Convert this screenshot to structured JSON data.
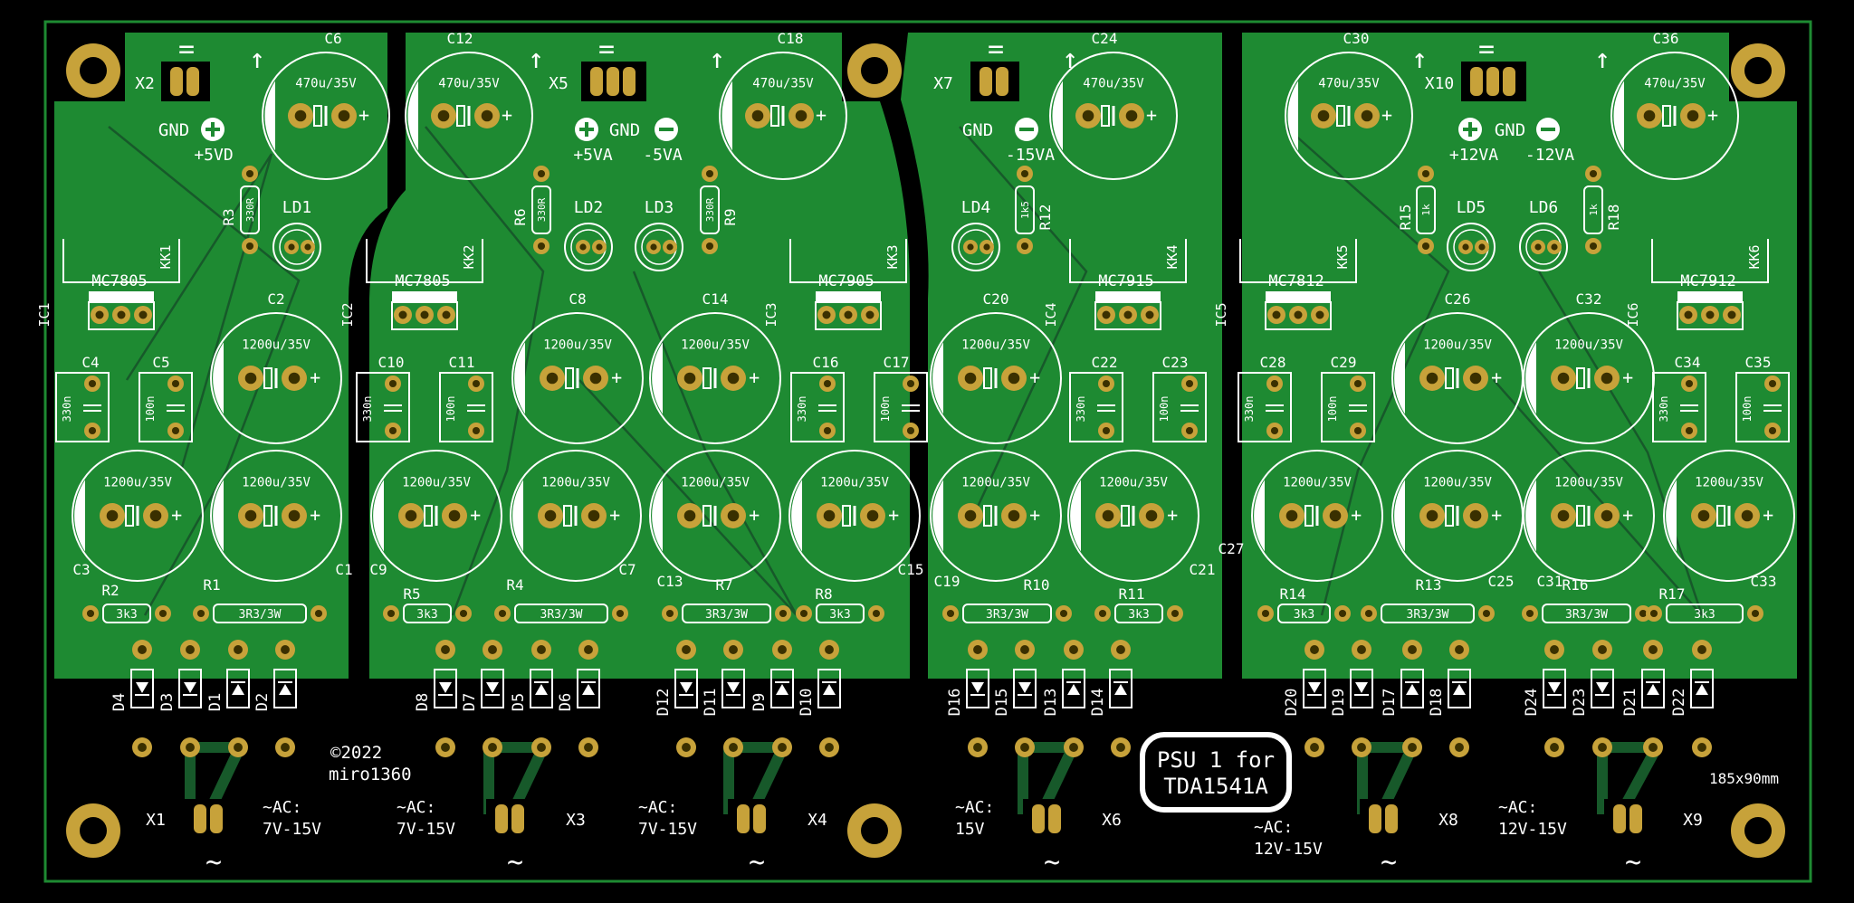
{
  "board": {
    "title_line1": "PSU 1 for",
    "title_line2": "TDA1541A",
    "copyright": "©2022",
    "author": "miro1360",
    "size": "185x90mm",
    "colors": {
      "background": "#000000",
      "copper": "#1e8a32",
      "copper_dark": "#17592a",
      "silk": "#ffffff",
      "pad": "#c7a23a",
      "pad_hole": "#3a3000"
    }
  },
  "sections": [
    {
      "id": "s1",
      "conn_dc": "X2",
      "rails": [
        "+5VD"
      ],
      "ac_conn": "X1",
      "ac_label": [
        "~AC:",
        "7V-15V"
      ],
      "tilde": "~",
      "regs": [
        {
          "ic": "IC1",
          "name": "MC7805",
          "heatsink": "KK1"
        }
      ],
      "leds": [
        "LD1"
      ],
      "resistors": [
        "R3"
      ],
      "rvalues": [
        "330R"
      ]
    },
    {
      "id": "s2",
      "conn_dc": "X5",
      "rails": [
        "+5VA",
        "-5VA"
      ],
      "ac_conn": "X3",
      "ac_label": [
        "~AC:",
        "7V-15V"
      ],
      "tilde": "~",
      "regs": [
        {
          "ic": "IC2",
          "name": "MC7805",
          "heatsink": "KK2"
        }
      ],
      "leds": [
        "LD2",
        "LD3"
      ],
      "resistors": [
        "R6",
        "R9"
      ],
      "rvalues": [
        "330R",
        "330R"
      ]
    },
    {
      "id": "s3",
      "conn_dc": "",
      "rails": [],
      "ac_conn": "X4",
      "ac_label": [
        "~AC:",
        "7V-15V"
      ],
      "tilde": "~",
      "regs": [
        {
          "ic": "IC3",
          "name": "MC7905",
          "heatsink": "KK3"
        }
      ],
      "leds": [],
      "resistors": [],
      "rvalues": []
    },
    {
      "id": "s4",
      "conn_dc": "X7",
      "rails": [
        "-15VA"
      ],
      "ac_conn": "X6",
      "ac_label": [
        "~AC:",
        "15V"
      ],
      "tilde": "~",
      "regs": [
        {
          "ic": "IC4",
          "name": "MC7915",
          "heatsink": "KK4"
        }
      ],
      "leds": [
        "LD4"
      ],
      "resistors": [
        "R12"
      ],
      "rvalues": [
        "1k5"
      ]
    },
    {
      "id": "s5",
      "conn_dc": "X10",
      "rails": [
        "+12VA",
        "-12VA"
      ],
      "ac_conn": "X8",
      "ac_label": [
        "~AC:",
        "12V-15V"
      ],
      "tilde": "~",
      "regs": [
        {
          "ic": "IC5",
          "name": "MC7812",
          "heatsink": "KK5"
        }
      ],
      "leds": [
        "LD5",
        "LD6"
      ],
      "resistors": [
        "R15",
        "R18"
      ],
      "rvalues": [
        "1k",
        "1k"
      ]
    },
    {
      "id": "s6",
      "conn_dc": "",
      "rails": [],
      "ac_conn": "X9",
      "ac_label": [
        "~AC:",
        "12V-15V"
      ],
      "tilde": "~",
      "regs": [
        {
          "ic": "IC6",
          "name": "MC7912",
          "heatsink": "KK6"
        }
      ],
      "leds": [],
      "resistors": [],
      "rvalues": []
    }
  ],
  "labels": {
    "gnd": "GND",
    "cap_small": "470u/35V",
    "cap_big": "1200u/35V",
    "cap_330n": "330n",
    "cap_100n": "100n",
    "res_3k3": "3k3",
    "res_3r3": "3R3/3W",
    "plus": "+",
    "arrow": "↑",
    "eq": "="
  },
  "caps_small": [
    "C6",
    "C12",
    "C18",
    "C24",
    "C30",
    "C36"
  ],
  "caps_mid": [
    "C2",
    "C8",
    "C14",
    "C20",
    "C26",
    "C32"
  ],
  "caps_row": [
    [
      "C3",
      "C1"
    ],
    [
      "C9",
      "C7"
    ],
    [
      "C13",
      "C15"
    ],
    [
      "C19",
      "C21"
    ],
    [
      "C27",
      "C25"
    ],
    [
      "C31",
      "C33"
    ]
  ],
  "caps_filter": [
    [
      "C4",
      "C5"
    ],
    [
      "C10",
      "C11"
    ],
    [
      "C16",
      "C17"
    ],
    [
      "C22",
      "C23"
    ],
    [
      "C28",
      "C29"
    ],
    [
      "C34",
      "C35"
    ]
  ],
  "res_row": [
    [
      "R2",
      "R1"
    ],
    [
      "R5",
      "R4"
    ],
    [
      "R7",
      "R8"
    ],
    [
      "R10",
      "R11"
    ],
    [
      "R14",
      "R13"
    ],
    [
      "R16",
      "R17"
    ]
  ],
  "diodes": [
    [
      "D4",
      "D3",
      "D1",
      "D2"
    ],
    [
      "D8",
      "D7",
      "D5",
      "D6"
    ],
    [
      "D12",
      "D11",
      "D9",
      "D10"
    ],
    [
      "D16",
      "D15",
      "D13",
      "D14"
    ],
    [
      "D20",
      "D19",
      "D17",
      "D18"
    ],
    [
      "D24",
      "D23",
      "D21",
      "D22"
    ]
  ]
}
